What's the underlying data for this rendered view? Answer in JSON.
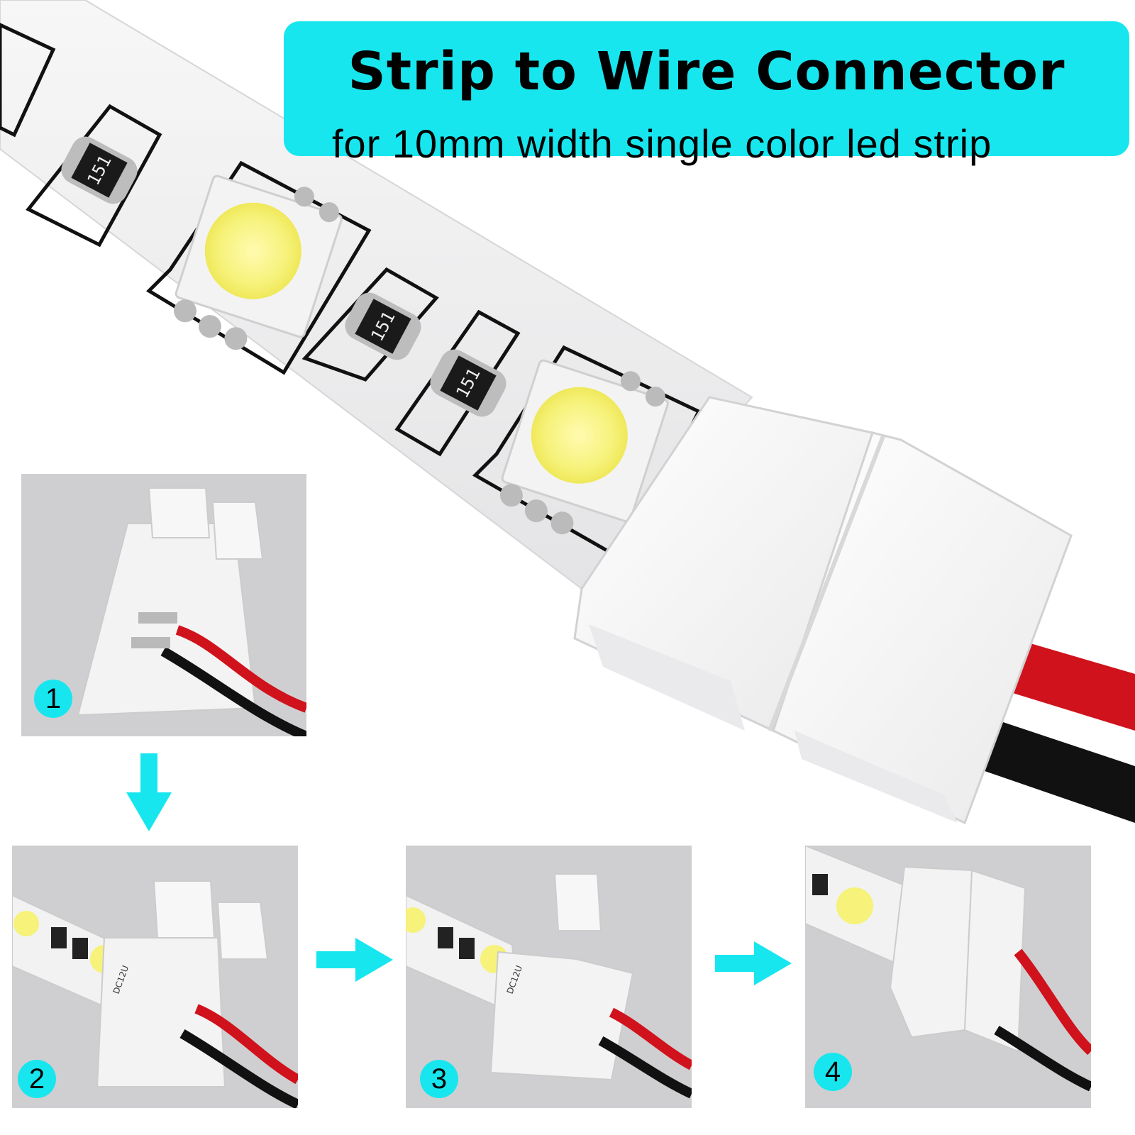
{
  "banner": {
    "title": "Strip to Wire Connector",
    "subtitle": "for 10mm width single color led strip"
  },
  "resistor_marking": "151",
  "strip_marking": "DC12U",
  "steps": [
    {
      "number": "1"
    },
    {
      "number": "2"
    },
    {
      "number": "3"
    },
    {
      "number": "4"
    }
  ],
  "colors": {
    "accent": "#18e6ef",
    "wire_positive": "#d0121c",
    "wire_negative": "#111111",
    "led": "#f6f27a",
    "connector": "#f4f4f4",
    "panel_bg": "#cfcfd1"
  },
  "icons": [
    "arrow-down-icon",
    "arrow-right-icon",
    "arrow-right-icon"
  ]
}
